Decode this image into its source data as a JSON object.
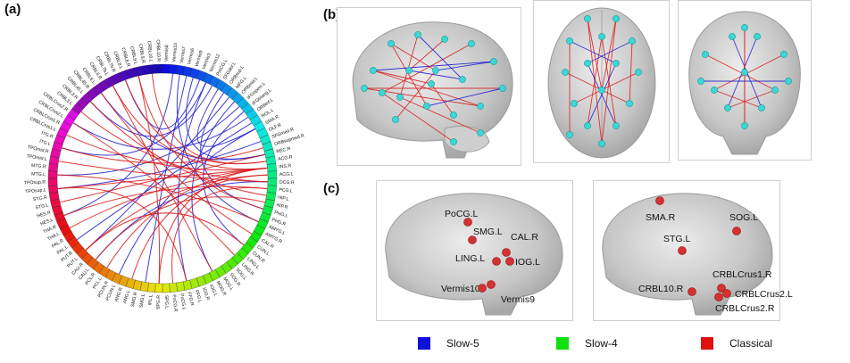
{
  "panels": {
    "a": "(a)",
    "b": "(b)",
    "c": "(c)"
  },
  "circle_labels": [
    "Vermis8",
    "Vermis10",
    "Vermis7",
    "Vermis6",
    "Vermis9",
    "Vermis3",
    "Vermis12",
    "PreCG.L",
    "SFGdor.L",
    "ORBsup.L",
    "MFG.L",
    "ORBmid.L",
    "IFGoperc.L",
    "IFGtriang.L",
    "ORBinf.L",
    "ROL.L",
    "SMA.R",
    "OLF.R",
    "SFGmed.R",
    "ORBsupmed.R",
    "REC.R",
    "ACG.R",
    "INS.R",
    "ACG.L",
    "DCG.R",
    "PCG.L",
    "HIP.L",
    "HIP.R",
    "PHG.L",
    "PHG.R",
    "AMYG.L",
    "AMYG.R",
    "CAL.R",
    "CUN.L",
    "CUN.R",
    "LING.L",
    "LING.R",
    "SOG.L",
    "SOG.R",
    "MOG.L",
    "MOG.R",
    "IOG.L",
    "IOG.R",
    "FFG.L",
    "FFG.R",
    "PoCG.L",
    "PoCG.R",
    "SPG.L",
    "SPG.R",
    "IPL.L",
    "SMG.L",
    "SMG.R",
    "ANG.L",
    "ANG.R",
    "PCUN.L",
    "PCUN.R",
    "PCL.L",
    "PCL.R",
    "CAU.L",
    "CAU.R",
    "PUT.L",
    "PUT.R",
    "PAL.L",
    "PAL.R",
    "THA.L",
    "THA.R",
    "HES.L",
    "HES.R",
    "STG.L",
    "STG.R",
    "TPOsup.L",
    "TPOsup.R",
    "MTG.L",
    "MTG.R",
    "TPOmid.L",
    "TPOmid.R",
    "ITG.L",
    "ITG.R",
    "CRBLCrus1.L",
    "CRBLCrus1.R",
    "CRBLCrus2.L",
    "CRBLCrus2.R",
    "CRBL3.L",
    "CRBL3.R",
    "CRBL45.L",
    "CRBL45.R",
    "CRBL6.L",
    "CRBL6.R",
    "CRBL7b.L",
    "CRBL7b.R",
    "CRBL8.L",
    "CRBL8.R",
    "CRBL9.L",
    "CRBL9.R",
    "CRBL10.L",
    "CRBL10.R"
  ],
  "left_brain_labels": [
    "PoCG.L",
    "SMG.L",
    "CAL.R",
    "LING.L",
    "IOG.L",
    "Vermis10",
    "Vermis9"
  ],
  "right_brain_labels": [
    "SMA.R",
    "SOG.L",
    "STG.L",
    "CRBLCrus1.R",
    "CRBL10.R",
    "CRBLCrus2.L",
    "CRBLCrus2.R"
  ],
  "legend": [
    {
      "label": "Slow-5",
      "color": "#1010d8"
    },
    {
      "label": "Slow-4",
      "color": "#10e010"
    },
    {
      "label": "Classical",
      "color": "#e01010"
    }
  ],
  "colors": {
    "blue": "#1a1ad0",
    "red": "#d81818",
    "node": "#3cd6d6",
    "brain": "#bdbdbd"
  }
}
